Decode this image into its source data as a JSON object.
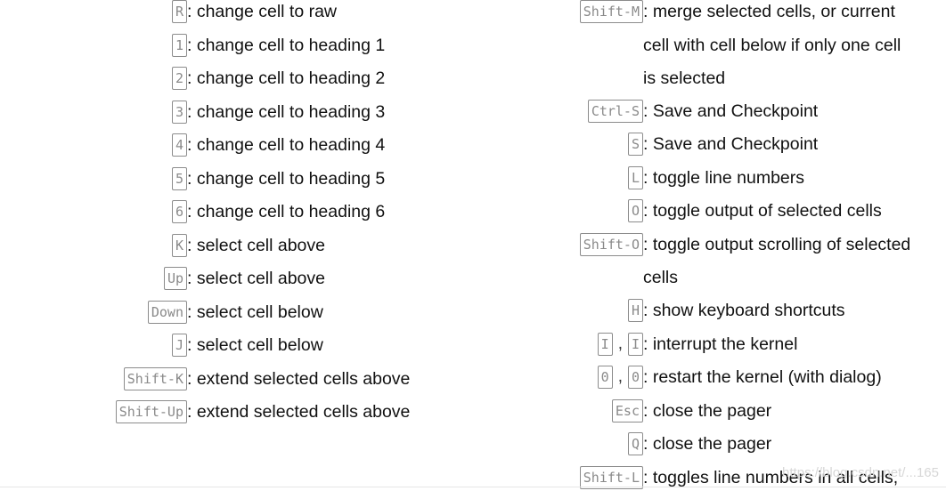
{
  "left": [
    {
      "keys": [
        "R"
      ],
      "desc": ": change cell to raw"
    },
    {
      "keys": [
        "1"
      ],
      "desc": ": change cell to heading 1"
    },
    {
      "keys": [
        "2"
      ],
      "desc": ": change cell to heading 2"
    },
    {
      "keys": [
        "3"
      ],
      "desc": ": change cell to heading 3"
    },
    {
      "keys": [
        "4"
      ],
      "desc": ": change cell to heading 4"
    },
    {
      "keys": [
        "5"
      ],
      "desc": ": change cell to heading 5"
    },
    {
      "keys": [
        "6"
      ],
      "desc": ": change cell to heading 6"
    },
    {
      "keys": [
        "K"
      ],
      "desc": ": select cell above"
    },
    {
      "keys": [
        "Up"
      ],
      "desc": ": select cell above"
    },
    {
      "keys": [
        "Down"
      ],
      "desc": ": select cell below"
    },
    {
      "keys": [
        "J"
      ],
      "desc": ": select cell below"
    },
    {
      "keys": [
        "Shift-K"
      ],
      "desc": ": extend selected cells above"
    },
    {
      "keys": [
        "Shift-Up"
      ],
      "desc": ": extend selected cells above"
    }
  ],
  "right": [
    {
      "keys": [
        "Shift-M"
      ],
      "desc": ": merge selected cells, or current",
      "cont": [
        "cell with cell below if only one cell",
        "is selected"
      ]
    },
    {
      "keys": [
        "Ctrl-S"
      ],
      "desc": ": Save and Checkpoint"
    },
    {
      "keys": [
        "S"
      ],
      "desc": ": Save and Checkpoint"
    },
    {
      "keys": [
        "L"
      ],
      "desc": ": toggle line numbers"
    },
    {
      "keys": [
        "O"
      ],
      "desc": ": toggle output of selected cells"
    },
    {
      "keys": [
        "Shift-O"
      ],
      "desc": ": toggle output scrolling of selected",
      "cont": [
        "cells"
      ]
    },
    {
      "keys": [
        "H"
      ],
      "desc": ": show keyboard shortcuts"
    },
    {
      "keys": [
        "I",
        "I"
      ],
      "desc": ": interrupt the kernel"
    },
    {
      "keys": [
        "0",
        "0"
      ],
      "desc": ": restart the kernel (with dialog)"
    },
    {
      "keys": [
        "Esc"
      ],
      "desc": ": close the pager"
    },
    {
      "keys": [
        "Q"
      ],
      "desc": ": close the pager"
    },
    {
      "keys": [
        "Shift-L"
      ],
      "desc": ": toggles line numbers in all cells,"
    }
  ],
  "key_separator": ",",
  "watermark": "https://blog.csdn.net/...165"
}
